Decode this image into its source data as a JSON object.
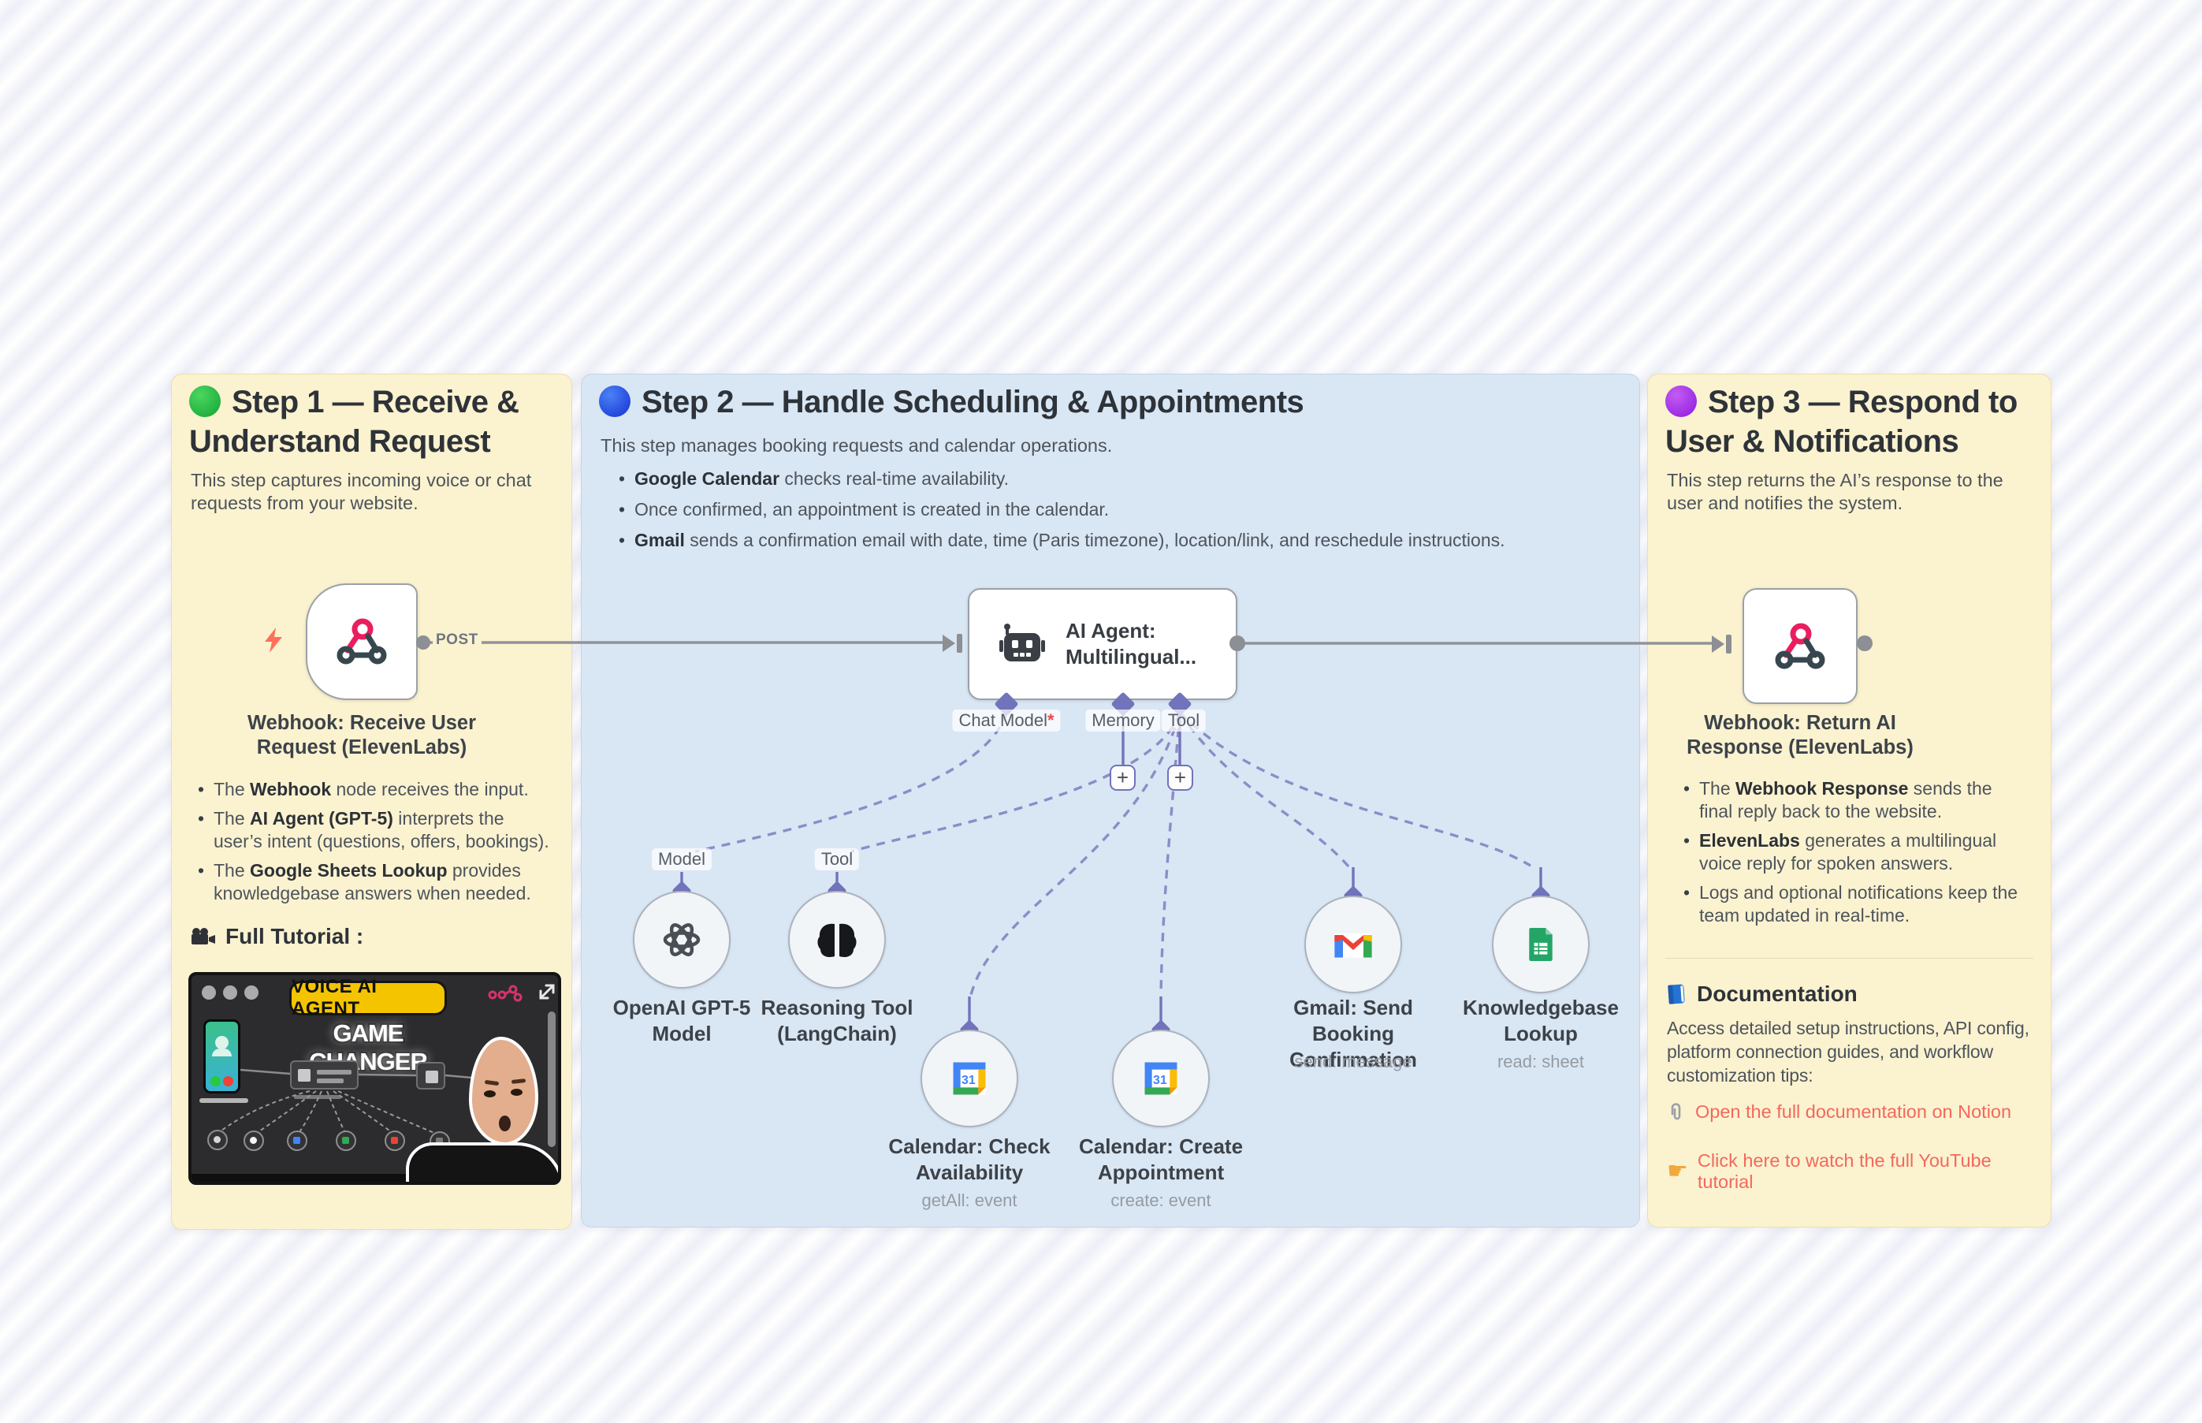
{
  "theme": {
    "note-yellow": "#fbf2d0",
    "note-blue": "#d9e6f4",
    "link-color": "#f4685c",
    "connector-purple": "#7173bb",
    "line-gray": "#8f9398",
    "dashed-purple": "#8b8dc7"
  },
  "icons": {
    "plus": "+",
    "pointer": "☛",
    "required_marker": "*"
  },
  "workflow": {
    "post_label": "POST"
  },
  "step1": {
    "dot": {
      "light": "#4cd661",
      "dark": "#12a333"
    },
    "title": "Step 1 — Receive & Understand Request",
    "intro": "This step captures incoming voice or chat requests from your website.",
    "webhook_node_label": "Webhook: Receive User Request (ElevenLabs)",
    "bullets": [
      {
        "segments": [
          {
            "text": "The "
          },
          {
            "text": "Webhook",
            "bold": true
          },
          {
            "text": " node receives the input."
          }
        ]
      },
      {
        "segments": [
          {
            "text": "The "
          },
          {
            "text": "AI Agent (GPT-5)",
            "bold": true
          },
          {
            "text": " interprets the user’s intent (questions, offers, bookings)."
          }
        ]
      },
      {
        "segments": [
          {
            "text": "The "
          },
          {
            "text": "Google Sheets Lookup",
            "bold": true
          },
          {
            "text": " provides knowledgebase answers when needed."
          }
        ]
      }
    ],
    "tutorial_heading": "Full Tutorial :",
    "thumbnail": {
      "badge": "VOICE AI AGENT",
      "headline": "GAME CHANGER"
    }
  },
  "step2": {
    "dot": {
      "light": "#4b82f7",
      "dark": "#1330cf"
    },
    "title": "Step 2 — Handle Scheduling & Appointments",
    "intro": "This step manages booking requests and calendar operations.",
    "bullets": [
      {
        "segments": [
          {
            "text": "Google Calendar",
            "bold": true
          },
          {
            "text": " checks real-time availability."
          }
        ]
      },
      {
        "segments": [
          {
            "text": "Once confirmed, an appointment is created in the calendar."
          }
        ]
      },
      {
        "segments": [
          {
            "text": "Gmail",
            "bold": true
          },
          {
            "text": " sends a confirmation email with date, time (Paris timezone), location/link, and reschedule instructions."
          }
        ]
      }
    ],
    "agent_node": {
      "title": "AI Agent:\nMultilingual...",
      "ports": [
        {
          "label": "Chat Model"
        },
        {
          "label": "Memory"
        },
        {
          "label": "Tool"
        }
      ]
    },
    "sub_nodes": [
      {
        "name": "OpenAI GPT-5 Model",
        "connector": "Model"
      },
      {
        "name": "Reasoning Tool (LangChain)",
        "connector": "Tool"
      },
      {
        "name": "Calendar: Check Availability",
        "operation": "getAll: event"
      },
      {
        "name": "Calendar: Create Appointment",
        "operation": "create: event"
      },
      {
        "name": "Gmail: Send Booking Confirmation",
        "operation": "send: message"
      },
      {
        "name": "Knowledgebase Lookup",
        "operation": "read: sheet"
      }
    ]
  },
  "step3": {
    "dot": {
      "light": "#c45cf5",
      "dark": "#8c18dd"
    },
    "title": "Step 3 — Respond to User & Notifications",
    "intro": "This step returns the AI’s response to the user and notifies the system.",
    "webhook_node_label": "Webhook: Return AI Response (ElevenLabs)",
    "bullets": [
      {
        "segments": [
          {
            "text": "The "
          },
          {
            "text": "Webhook Response",
            "bold": true
          },
          {
            "text": " sends the final reply back to the website."
          }
        ]
      },
      {
        "segments": [
          {
            "text": "ElevenLabs",
            "bold": true
          },
          {
            "text": " generates a multilingual voice reply for spoken answers."
          }
        ]
      },
      {
        "segments": [
          {
            "text": "Logs and optional notifications keep the team updated in real-time."
          }
        ]
      }
    ],
    "documentation": {
      "heading": "Documentation",
      "body": "Access detailed setup instructions, API config, platform connection guides, and workflow customization tips:",
      "links": [
        {
          "text": "Open the full documentation on Notion"
        },
        {
          "text": "Click here to watch the full YouTube tutorial"
        }
      ]
    }
  }
}
